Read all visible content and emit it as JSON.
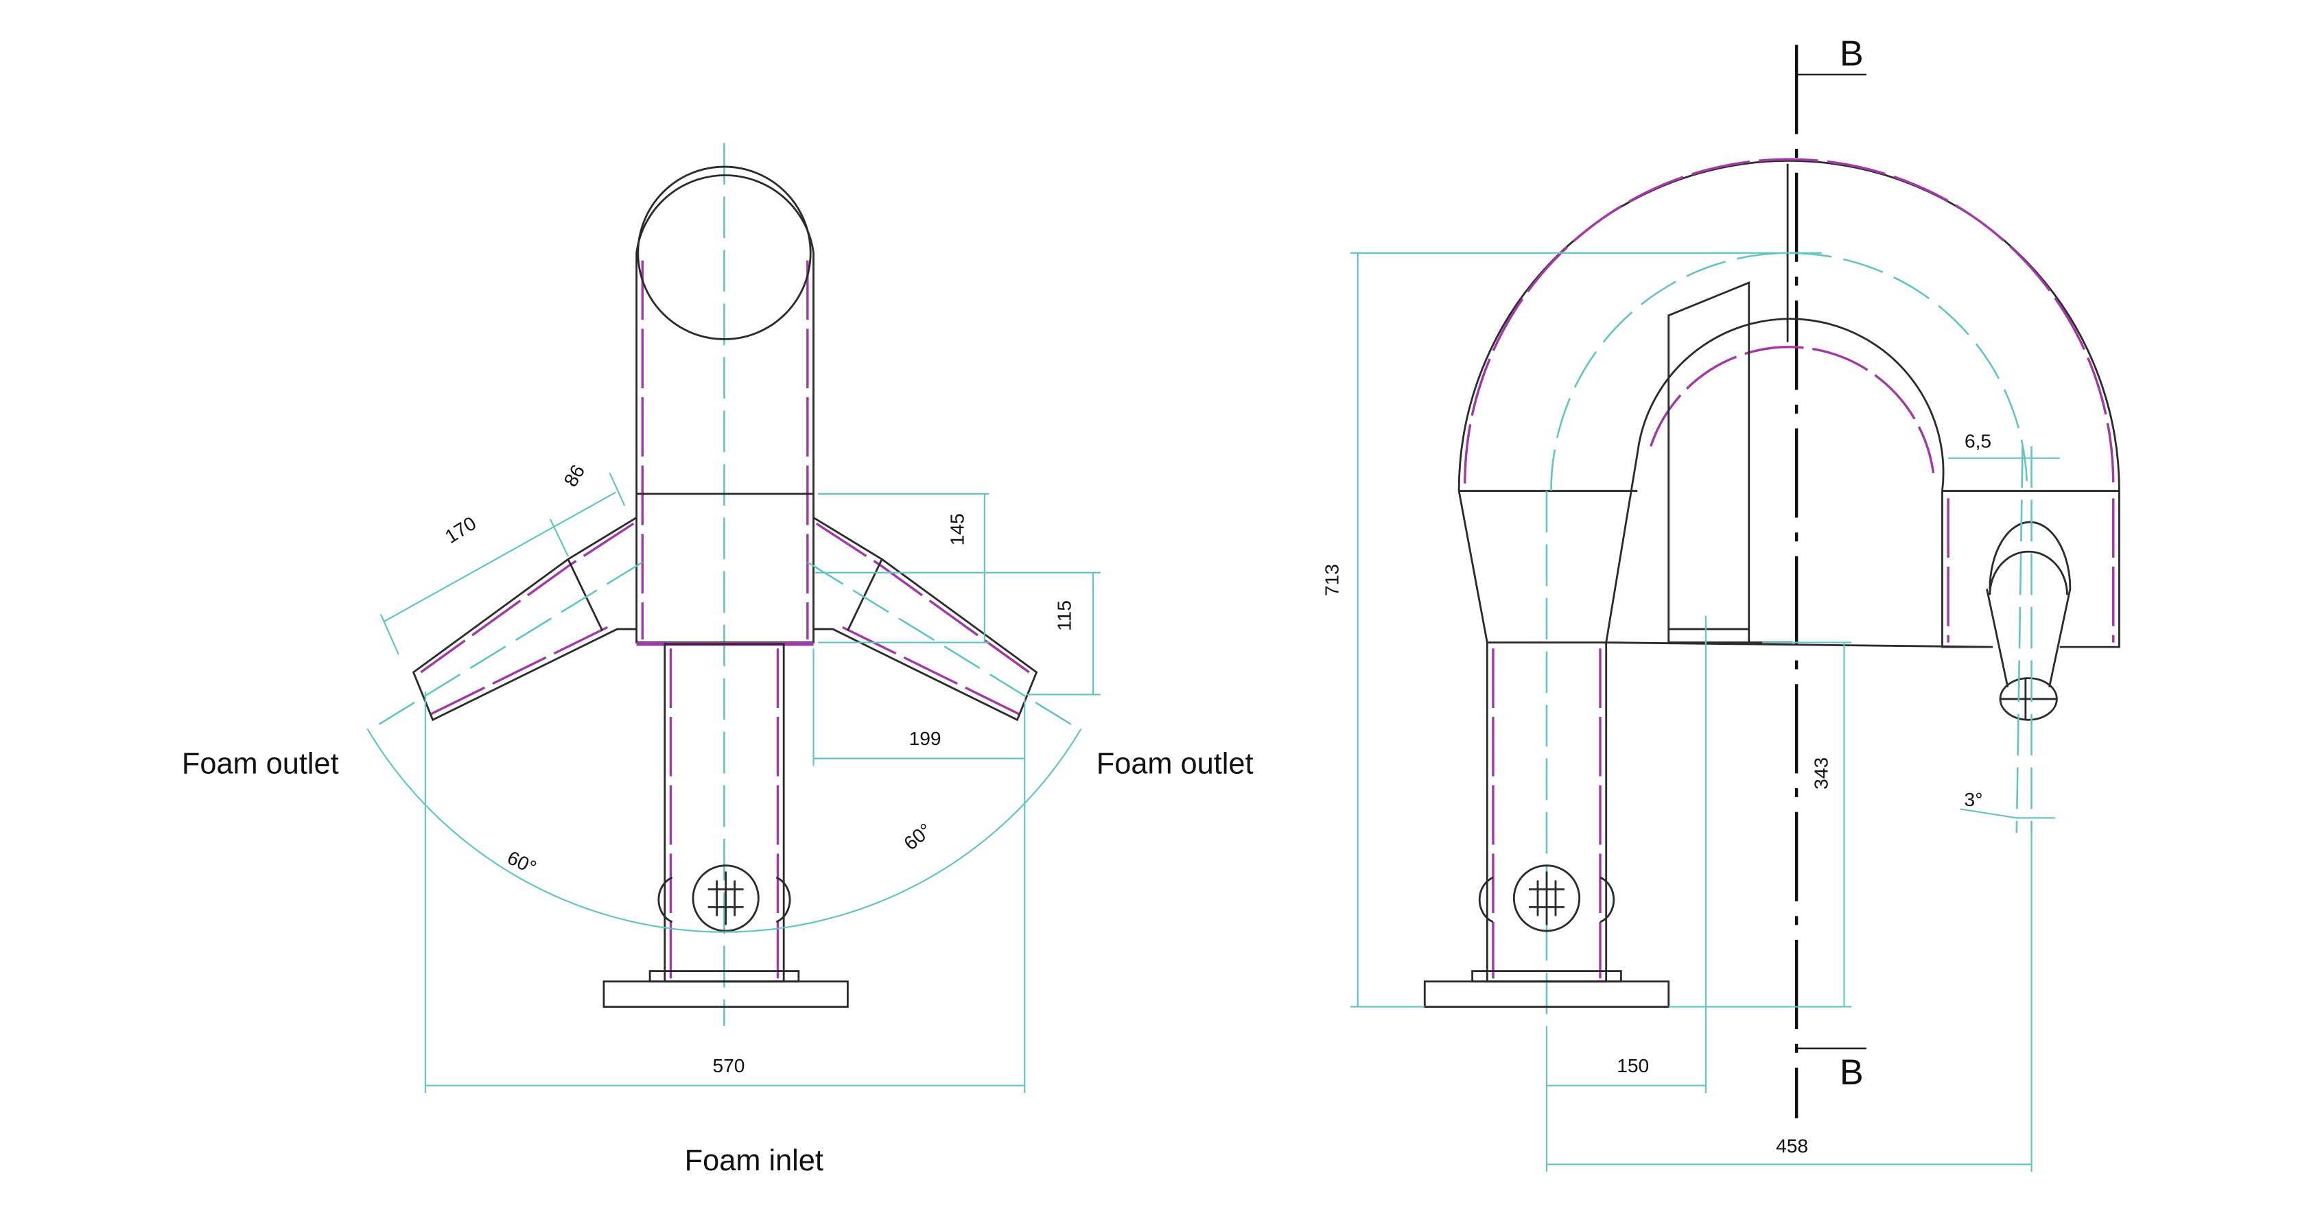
{
  "front_view": {
    "labels": {
      "foam_outlet_left": "Foam outlet",
      "foam_outlet_right": "Foam outlet",
      "foam_inlet": "Foam inlet"
    },
    "dimensions": {
      "arm_length": "170",
      "arm_width": "86",
      "height_upper": "145",
      "height_arm": "115",
      "arm_offset": "199",
      "total_width": "570",
      "angle_left": "60°",
      "angle_right": "60°"
    }
  },
  "side_view": {
    "section_labels": {
      "top": "B",
      "bottom": "B"
    },
    "dimensions": {
      "total_height": "713",
      "outlet_height": "343",
      "inner_offset": "150",
      "total_reach": "458",
      "nozzle_offset": "6,5",
      "nozzle_angle": "3°"
    }
  },
  "colors": {
    "outline": "#2b2b2b",
    "hidden_edge": "#a23aa6",
    "dimension": "#62c4c4"
  }
}
